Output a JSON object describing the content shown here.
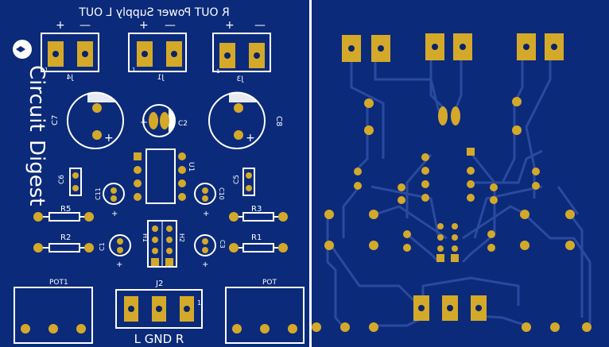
{
  "front": {
    "title_mirrored": "R OUT   Power Supply   L OUT",
    "brand_top": "Circuit",
    "brand_bottom": "Digest",
    "terminals": [
      {
        "ref": "J4",
        "plus": "+",
        "minus": "—",
        "pin1": "1"
      },
      {
        "ref": "J1",
        "plus": "+",
        "minus": "—",
        "pin1": "1"
      },
      {
        "ref": "J3",
        "plus": "+",
        "minus": "—",
        "pin1": "1"
      }
    ],
    "caps_large": [
      {
        "ref": "C7",
        "plus": "+",
        "minus": "—"
      },
      {
        "ref": "C8",
        "plus": "+",
        "minus": "—"
      }
    ],
    "cap_c2": {
      "ref": "C2",
      "plus": "+"
    },
    "ic": {
      "ref": "U1"
    },
    "small_caps": [
      {
        "ref": "C6"
      },
      {
        "ref": "C5"
      }
    ],
    "electrolytic_small": [
      {
        "ref": "C11",
        "plus": "+"
      },
      {
        "ref": "C10",
        "plus": "+"
      },
      {
        "ref": "C1",
        "plus": "+"
      },
      {
        "ref": "C3",
        "plus": "+"
      }
    ],
    "resistors": [
      {
        "ref": "R5"
      },
      {
        "ref": "R3"
      },
      {
        "ref": "R2"
      },
      {
        "ref": "R1"
      }
    ],
    "headers": [
      {
        "ref": "H1"
      },
      {
        "ref": "H2"
      }
    ],
    "pots": [
      {
        "ref": "POT1"
      },
      {
        "ref": "POT"
      }
    ],
    "j2": {
      "ref": "J2",
      "pin1": "1",
      "labels": "L  GND  R"
    }
  },
  "colors": {
    "board": "#0b2a7a",
    "board_dark": "#0a2468",
    "trace": "#2a4aa0",
    "pad": "#d4a92a",
    "pad_dark": "#9a7414",
    "silk": "#ffffff",
    "divider": "#ffffff"
  }
}
